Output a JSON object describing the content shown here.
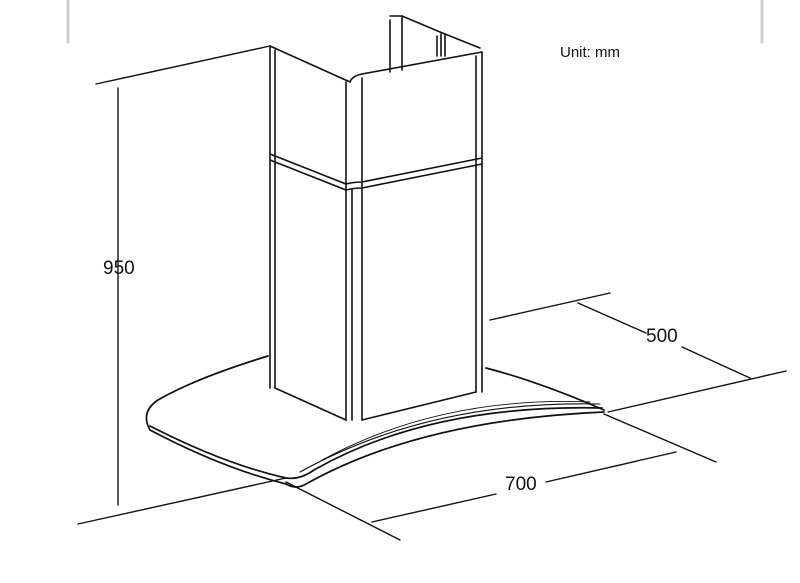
{
  "unit_label": "Unit: mm",
  "dimensions": {
    "height": "950",
    "depth": "500",
    "width": "700"
  },
  "colors": {
    "line": "#111111",
    "background": "#ffffff",
    "edge_tick": "#cfcfcf"
  }
}
